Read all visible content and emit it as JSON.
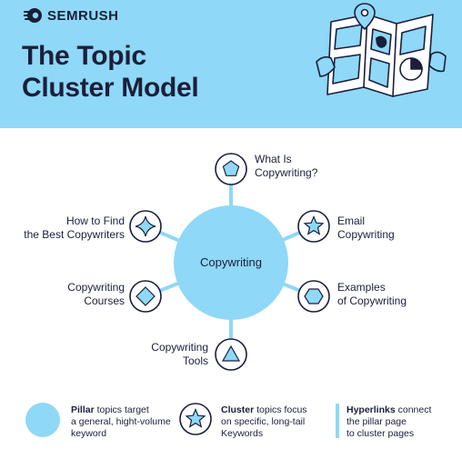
{
  "brand": {
    "name": "SEMRUSH",
    "logo_icon": "semrush-fireball-logo"
  },
  "title": {
    "line1": "The Topic",
    "line2": "Cluster Model"
  },
  "hero_icon": "map-with-location-pin-icon",
  "colors": {
    "header_bg": "#8fd8f7",
    "pillar": "#8fd8f7",
    "connector": "#8fd8f7",
    "dark": "#1b1f3a"
  },
  "pillar": {
    "label": "Copywriting"
  },
  "clusters": [
    {
      "shape": "pentagon",
      "lines": [
        "What Is",
        "Copywriting?"
      ]
    },
    {
      "shape": "star",
      "lines": [
        "Email",
        "Copywriting"
      ]
    },
    {
      "shape": "hexagon",
      "lines": [
        "Examples",
        "of Copywriting"
      ]
    },
    {
      "shape": "triangle",
      "lines": [
        "Copywriting",
        "Tools"
      ]
    },
    {
      "shape": "diamond",
      "lines": [
        "Copywriting",
        "Courses"
      ]
    },
    {
      "shape": "four-point-star",
      "lines": [
        "How to Find",
        "the Best Copywriters"
      ]
    }
  ],
  "legend": {
    "pillar": {
      "bold": "Pillar",
      "rest": " topics target",
      "line2": "a general, hight-volume",
      "line3": "keyword"
    },
    "cluster": {
      "bold": "Cluster",
      "rest": " topics focus",
      "line2": "on specific, long-tail",
      "line3": "Keywords"
    },
    "hyperlink": {
      "bold": "Hyperlinks",
      "rest": " connect",
      "line2": "the pillar page",
      "line3": "to cluster pages"
    }
  }
}
